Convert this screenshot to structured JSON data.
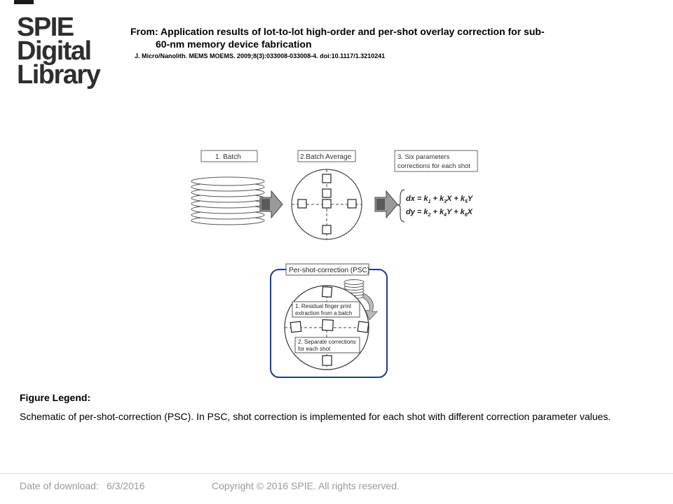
{
  "logo": {
    "lines": [
      "SPIE",
      "Digital",
      "Library"
    ]
  },
  "header": {
    "from_line1": "From: Application results of lot-to-lot high-order and per-shot overlay correction for sub-",
    "from_line2": "60-nm memory device fabrication",
    "citation": "J. Micro/Nanolith. MEMS MOEMS. 2009;8(3):033008-033008-4. doi:10.1117/1.3210241"
  },
  "figure": {
    "batch_label": "1. Batch",
    "batch_average_label": "2.Batch Average",
    "six_params_line1": "3. Six parameters",
    "six_params_line2": "corrections for each shot",
    "eq_dx_lhs": "dx = k",
    "eq_dx_rest": " + k",
    "eq_dy_lhs": "dy = k",
    "psc_label": "Per-shot-correction (PSC)",
    "residual_line1": "1. Residual finger print",
    "residual_line2": "extraction from a batch",
    "separate_line1": "2. Separate corrections",
    "separate_line2": "for each shot"
  },
  "legend": {
    "title": "Figure Legend:",
    "text": "Schematic of per-shot-correction (PSC). In PSC, shot correction is implemented for each shot with different correction parameter values."
  },
  "footer": {
    "date_label": "Date of download:",
    "date_value": "6/3/2016",
    "copyright": "Copyright © 2016 SPIE. All rights reserved."
  }
}
